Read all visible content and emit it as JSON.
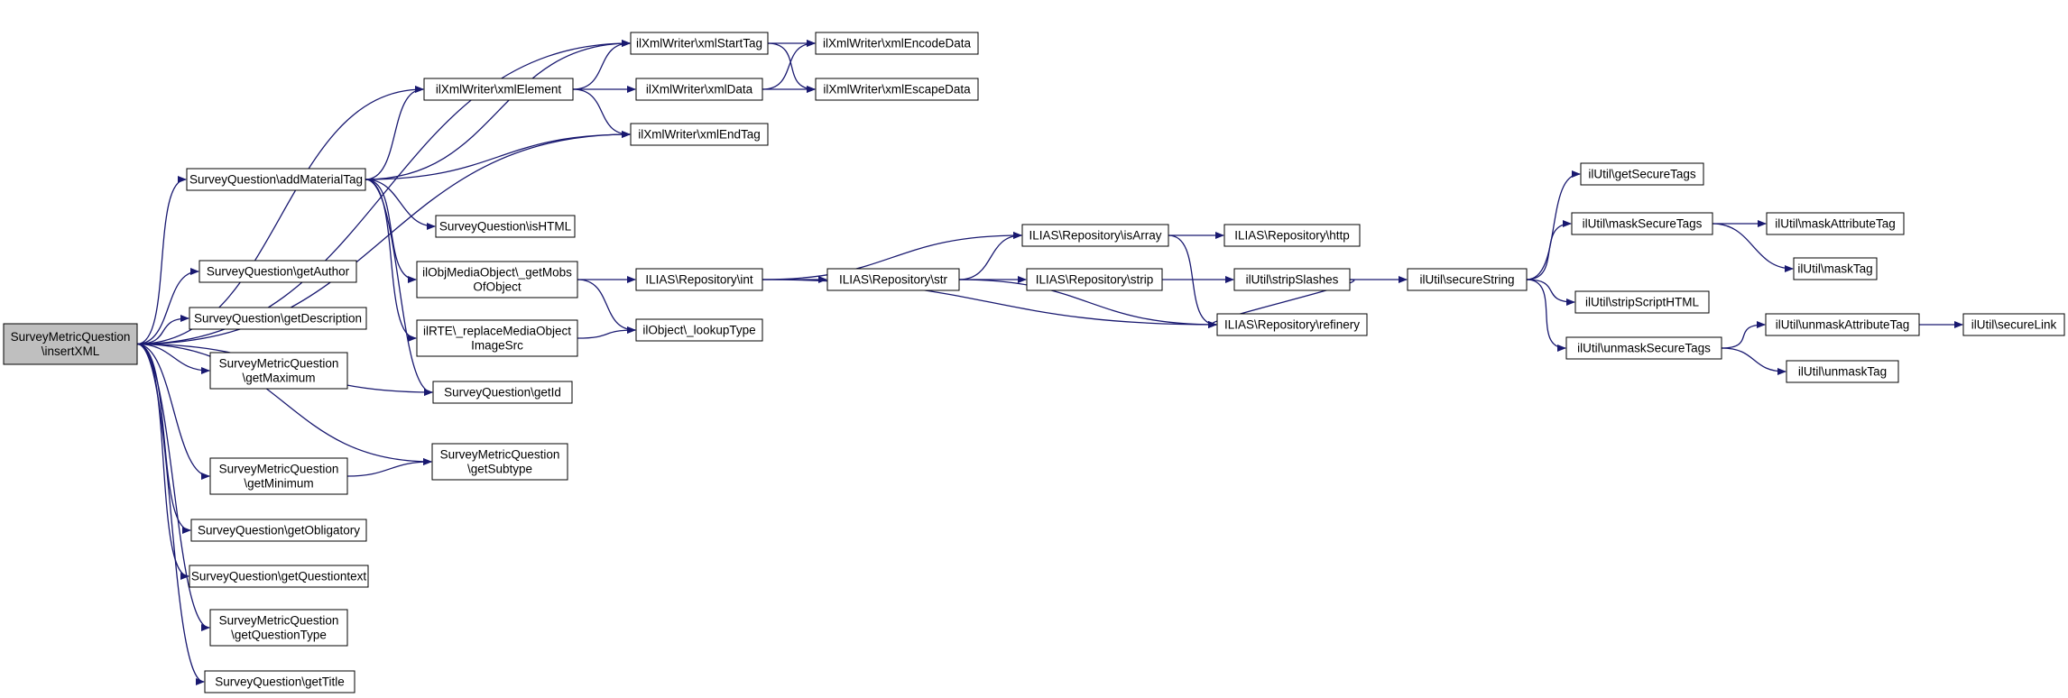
{
  "colors": {
    "edge": "#191970",
    "node_fill": "#ffffff",
    "root_fill": "#bfbfbf",
    "border": "#000000"
  },
  "nodes": {
    "root": [
      "SurveyMetricQuestion",
      "\\insertXML"
    ],
    "addMaterialTag": [
      "SurveyQuestion\\addMaterialTag"
    ],
    "getAuthor": [
      "SurveyQuestion\\getAuthor"
    ],
    "getDescription": [
      "SurveyQuestion\\getDescription"
    ],
    "getMaximum": [
      "SurveyMetricQuestion",
      "\\getMaximum"
    ],
    "getMinimum": [
      "SurveyMetricQuestion",
      "\\getMinimum"
    ],
    "getObligatory": [
      "SurveyQuestion\\getObligatory"
    ],
    "getQuestiontext": [
      "SurveyQuestion\\getQuestiontext"
    ],
    "getQuestionType": [
      "SurveyMetricQuestion",
      "\\getQuestionType"
    ],
    "getTitle": [
      "SurveyQuestion\\getTitle"
    ],
    "xmlStartTag": [
      "ilXmlWriter\\xmlStartTag"
    ],
    "xmlElement": [
      "ilXmlWriter\\xmlElement"
    ],
    "xmlEndTag": [
      "ilXmlWriter\\xmlEndTag"
    ],
    "xmlEncodeData": [
      "ilXmlWriter\\xmlEncodeData"
    ],
    "xmlData": [
      "ilXmlWriter\\xmlData"
    ],
    "xmlEscapeData": [
      "ilXmlWriter\\xmlEscapeData"
    ],
    "isHTML": [
      "SurveyQuestion\\isHTML"
    ],
    "getMobs": [
      "ilObjMediaObject\\_getMobs",
      "OfObject"
    ],
    "replaceMedia": [
      "ilRTE\\_replaceMediaObject",
      "ImageSrc"
    ],
    "getId": [
      "SurveyQuestion\\getId"
    ],
    "getSubtype": [
      "SurveyMetricQuestion",
      "\\getSubtype"
    ],
    "lookupType": [
      "ilObject\\_lookupType"
    ],
    "repoInt": [
      "ILIAS\\Repository\\int"
    ],
    "repoStr": [
      "ILIAS\\Repository\\str"
    ],
    "repoIsArray": [
      "ILIAS\\Repository\\isArray"
    ],
    "repoHttp": [
      "ILIAS\\Repository\\http"
    ],
    "repoStrip": [
      "ILIAS\\Repository\\strip"
    ],
    "repoRefinery": [
      "ILIAS\\Repository\\refinery"
    ],
    "stripSlashes": [
      "ilUtil\\stripSlashes"
    ],
    "secureString": [
      "ilUtil\\secureString"
    ],
    "getSecureTags": [
      "ilUtil\\getSecureTags"
    ],
    "maskSecureTags": [
      "ilUtil\\maskSecureTags"
    ],
    "stripScriptHTML": [
      "ilUtil\\stripScriptHTML"
    ],
    "unmaskSecureTags": [
      "ilUtil\\unmaskSecureTags"
    ],
    "maskAttributeTag": [
      "ilUtil\\maskAttributeTag"
    ],
    "maskTag": [
      "ilUtil\\maskTag"
    ],
    "unmaskAttributeTag": [
      "ilUtil\\unmaskAttributeTag"
    ],
    "unmaskTag": [
      "ilUtil\\unmaskTag"
    ],
    "secureLink": [
      "ilUtil\\secureLink"
    ]
  },
  "edges": [
    [
      "root",
      "xmlStartTag"
    ],
    [
      "root",
      "xmlElement"
    ],
    [
      "root",
      "xmlEndTag"
    ],
    [
      "root",
      "addMaterialTag"
    ],
    [
      "root",
      "getId"
    ],
    [
      "root",
      "getAuthor"
    ],
    [
      "root",
      "getDescription"
    ],
    [
      "root",
      "getMaximum"
    ],
    [
      "root",
      "getSubtype"
    ],
    [
      "root",
      "getMinimum"
    ],
    [
      "root",
      "getObligatory"
    ],
    [
      "root",
      "getQuestiontext"
    ],
    [
      "root",
      "getQuestionType"
    ],
    [
      "root",
      "getTitle"
    ],
    [
      "addMaterialTag",
      "xmlStartTag"
    ],
    [
      "addMaterialTag",
      "xmlElement"
    ],
    [
      "addMaterialTag",
      "xmlEndTag"
    ],
    [
      "addMaterialTag",
      "isHTML"
    ],
    [
      "addMaterialTag",
      "getMobs"
    ],
    [
      "addMaterialTag",
      "replaceMedia"
    ],
    [
      "addMaterialTag",
      "getId"
    ],
    [
      "xmlElement",
      "xmlStartTag"
    ],
    [
      "xmlElement",
      "xmlData"
    ],
    [
      "xmlElement",
      "xmlEndTag"
    ],
    [
      "xmlStartTag",
      "xmlEncodeData"
    ],
    [
      "xmlStartTag",
      "xmlEscapeData"
    ],
    [
      "xmlData",
      "xmlEncodeData"
    ],
    [
      "xmlData",
      "xmlEscapeData"
    ],
    [
      "getMinimum",
      "getSubtype"
    ],
    [
      "getMobs",
      "repoInt"
    ],
    [
      "getMobs",
      "lookupType"
    ],
    [
      "replaceMedia",
      "lookupType"
    ],
    [
      "repoInt",
      "repoIsArray"
    ],
    [
      "repoInt",
      "repoStr"
    ],
    [
      "repoInt",
      "repoRefinery"
    ],
    [
      "repoStr",
      "repoIsArray"
    ],
    [
      "repoStr",
      "repoStrip"
    ],
    [
      "repoStr",
      "repoRefinery"
    ],
    [
      "repoIsArray",
      "repoHttp"
    ],
    [
      "repoIsArray",
      "repoRefinery"
    ],
    [
      "repoStrip",
      "stripSlashes"
    ],
    [
      "stripSlashes",
      "repoRefinery"
    ],
    [
      "stripSlashes",
      "secureString"
    ],
    [
      "secureString",
      "getSecureTags"
    ],
    [
      "secureString",
      "maskSecureTags"
    ],
    [
      "secureString",
      "stripScriptHTML"
    ],
    [
      "secureString",
      "unmaskSecureTags"
    ],
    [
      "maskSecureTags",
      "maskAttributeTag"
    ],
    [
      "maskSecureTags",
      "maskTag"
    ],
    [
      "unmaskSecureTags",
      "unmaskAttributeTag"
    ],
    [
      "unmaskSecureTags",
      "unmaskTag"
    ],
    [
      "unmaskAttributeTag",
      "secureLink"
    ]
  ]
}
